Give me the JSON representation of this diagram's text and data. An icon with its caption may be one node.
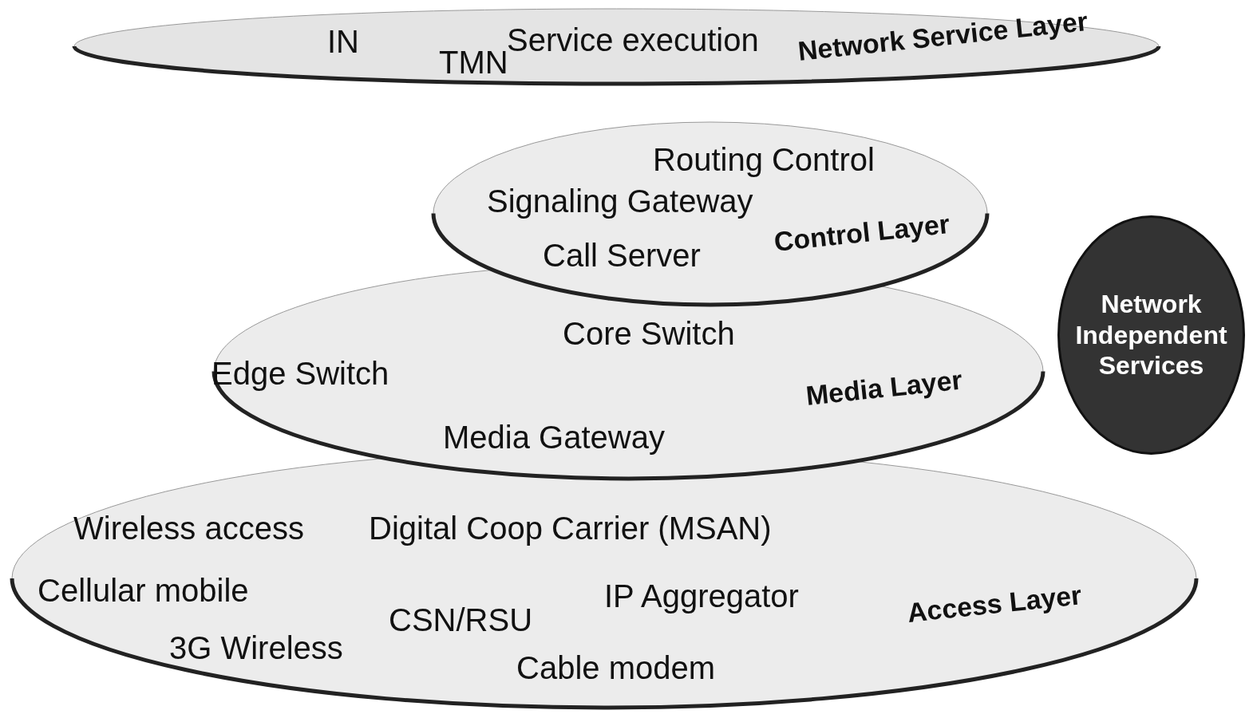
{
  "diagram": {
    "nodes": [
      {
        "text": [
          "IN",
          "TMN",
          "Service execution",
          "Network Service Layer"
        ]
      },
      {
        "text": [
          "Routing Control",
          "Signaling Gateway",
          "Call Server",
          "Control Layer"
        ]
      },
      {
        "text": [
          "Core Switch",
          "Edge Switch",
          "Media Gateway",
          "Media Layer"
        ]
      },
      {
        "text": [
          "Wireless access",
          "Digital Coop Carrier (MSAN)",
          "Cellular mobile",
          "CSN/RSU",
          "IP Aggregator",
          "Access Layer",
          "3G Wireless",
          "Cable modem"
        ]
      },
      {
        "text": [
          "Network Independent Services"
        ]
      }
    ],
    "edges": []
  }
}
